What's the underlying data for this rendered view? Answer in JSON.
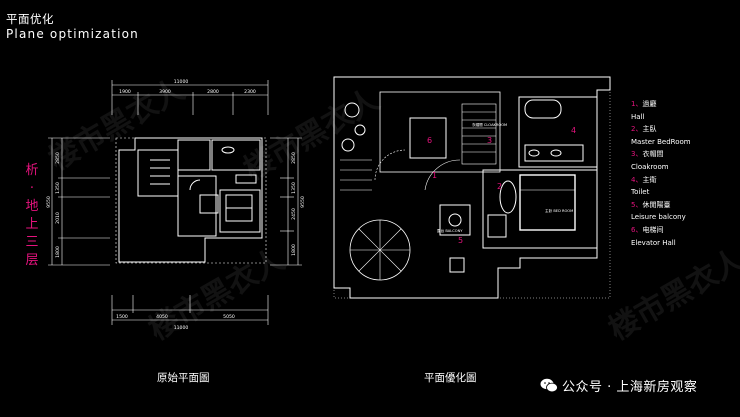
{
  "header": {
    "title_cn": "平面优化",
    "title_en": "Plane optimization"
  },
  "side_label": [
    "析",
    "·",
    "地",
    "上",
    "三",
    "层"
  ],
  "left_plan": {
    "caption": "原始平面圖",
    "dim_top_total": "11000",
    "dim_top_parts": [
      "1900",
      "3900",
      "2800",
      "2300"
    ],
    "dim_bottom_parts": [
      "1500",
      "4050",
      "5050"
    ],
    "dim_bottom_total": "11000",
    "dim_left_parts": [
      "2850",
      "1350",
      "2010",
      "1800"
    ],
    "dim_left_total": "9550",
    "dim_right_parts": [
      "2850",
      "1350",
      "2450",
      "1800"
    ],
    "dim_right_total": "9550"
  },
  "right_plan": {
    "caption": "平面優化圖",
    "room_numbers": [
      "1",
      "2",
      "3",
      "4",
      "5",
      "6"
    ],
    "room_labels": {
      "cloakroom": "衣帽間\nCLOAKROOM",
      "balcony": "露台\nBALCONY",
      "bedroom": "主卧\nBED ROOM"
    }
  },
  "legend": [
    {
      "num": "1、",
      "cn": "過廳",
      "en": "Hall"
    },
    {
      "num": "2、",
      "cn": "主臥",
      "en": "Master BedRoom"
    },
    {
      "num": "3、",
      "cn": "衣帽間",
      "en": "Cloakroom"
    },
    {
      "num": "4、",
      "cn": "主衛",
      "en": "Toilet"
    },
    {
      "num": "5、",
      "cn": "休閒陽臺",
      "en": "Leisure balcony"
    },
    {
      "num": "6、",
      "cn": "电梯间",
      "en": "Elevator Hall"
    }
  ],
  "watermark_text": "楼市黑衣人",
  "footer": {
    "wechat_text": "公众号 · 上海新房观察"
  },
  "colors": {
    "accent": "#e6137e",
    "line": "#ffffff",
    "background": "#000000"
  }
}
